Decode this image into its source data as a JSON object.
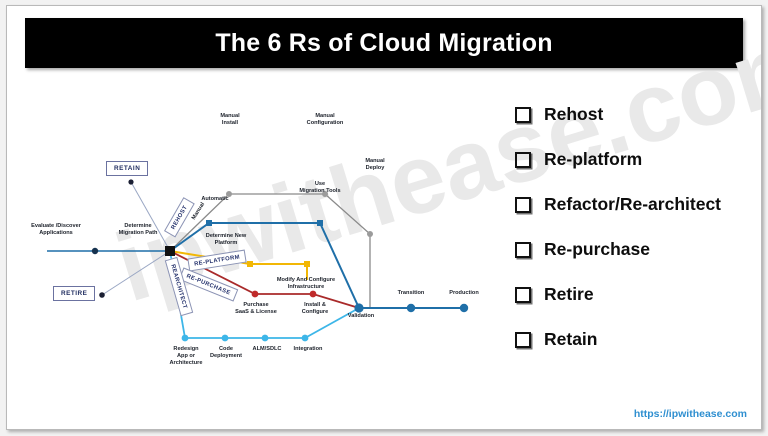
{
  "slide": {
    "title": "The 6 Rs of Cloud Migration",
    "watermark": "ipwithease.com",
    "footer_url": "https://ipwithease.com"
  },
  "colors": {
    "title_bar": "#000000",
    "title_text": "#ffffff",
    "rehost_blue": "#1f6fa8",
    "manual_gray": "#8a8a8a",
    "replatform_yellow": "#f2b705",
    "repurchase_red": "#a92a2a",
    "rearchitect_cyan": "#3db6e8",
    "retain_line": "#9aa7c4",
    "hub_black": "#111111",
    "footer_link": "#2f8fd0",
    "watermark_gray": "#e9e9e9"
  },
  "list": {
    "items": [
      {
        "label": "Rehost"
      },
      {
        "label": "Re-platform"
      },
      {
        "label": "Refactor/Re-architect"
      },
      {
        "label": "Re-purchase"
      },
      {
        "label": "Retire"
      },
      {
        "label": "Retain"
      }
    ]
  },
  "diagram": {
    "entry_labels": [
      {
        "id": "evaluate",
        "text": "Evaluate /Discover\nApplications"
      },
      {
        "id": "determine-path",
        "text": "Determine\nMigration Path"
      }
    ],
    "branch_labels": [
      {
        "id": "rehost",
        "text": "REHOST"
      },
      {
        "id": "re-platform",
        "text": "RE-PLATFORM"
      },
      {
        "id": "re-purchase",
        "text": "RE-PURCHASE"
      },
      {
        "id": "rearchitect",
        "text": "REARCHITECT"
      }
    ],
    "endpoint_boxes": [
      {
        "id": "retain",
        "text": "RETAIN"
      },
      {
        "id": "retire",
        "text": "RETIRE"
      }
    ],
    "node_labels": [
      {
        "id": "manual",
        "text": "Manual"
      },
      {
        "id": "manual-install",
        "text": "Manual\nInstall"
      },
      {
        "id": "manual-configuration",
        "text": "Manual\nConfiguration"
      },
      {
        "id": "manual-deploy",
        "text": "Manual\nDeploy"
      },
      {
        "id": "automatic",
        "text": "Automatic"
      },
      {
        "id": "use-migration-tools",
        "text": "Use\nMigration Tools"
      },
      {
        "id": "determine-new-platform",
        "text": "Determine New\nPlatform"
      },
      {
        "id": "modify-and-configure-infrastructure",
        "text": "Modify And Configure\nInfrastructure"
      },
      {
        "id": "purchase-saas-license",
        "text": "Purchase\nSaaS & License"
      },
      {
        "id": "install-and-configure",
        "text": "Install &\nConfigure"
      },
      {
        "id": "redesign-app-or-architecture",
        "text": "Redesign\nApp or\nArchitecture"
      },
      {
        "id": "code-deployment",
        "text": "Code\nDeployment"
      },
      {
        "id": "alm-sdlc",
        "text": "ALM/SDLC"
      },
      {
        "id": "integration",
        "text": "Integration"
      },
      {
        "id": "validation",
        "text": "Validation"
      },
      {
        "id": "transition",
        "text": "Transition"
      },
      {
        "id": "production",
        "text": "Production"
      }
    ]
  }
}
